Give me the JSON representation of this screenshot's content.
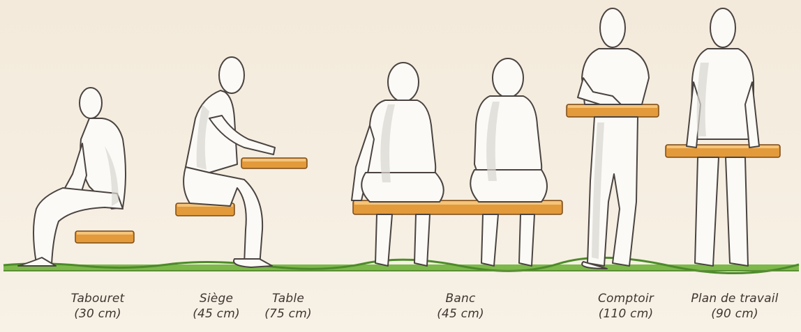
{
  "items": [
    {
      "name": "Tabouret",
      "height": "(30 cm)"
    },
    {
      "name": "Siège",
      "height": "(45 cm)"
    },
    {
      "name": "Table",
      "height": "(75 cm)"
    },
    {
      "name": "Banc",
      "height": "(45 cm)"
    },
    {
      "name": "Comptoir",
      "height": "(110 cm)"
    },
    {
      "name": "Plan de travail",
      "height": "(90 cm)"
    }
  ],
  "colors": {
    "wood": "#e39a3a",
    "ground": "#6fae3c",
    "background": "#f6efe3",
    "ink": "#3e3530"
  }
}
